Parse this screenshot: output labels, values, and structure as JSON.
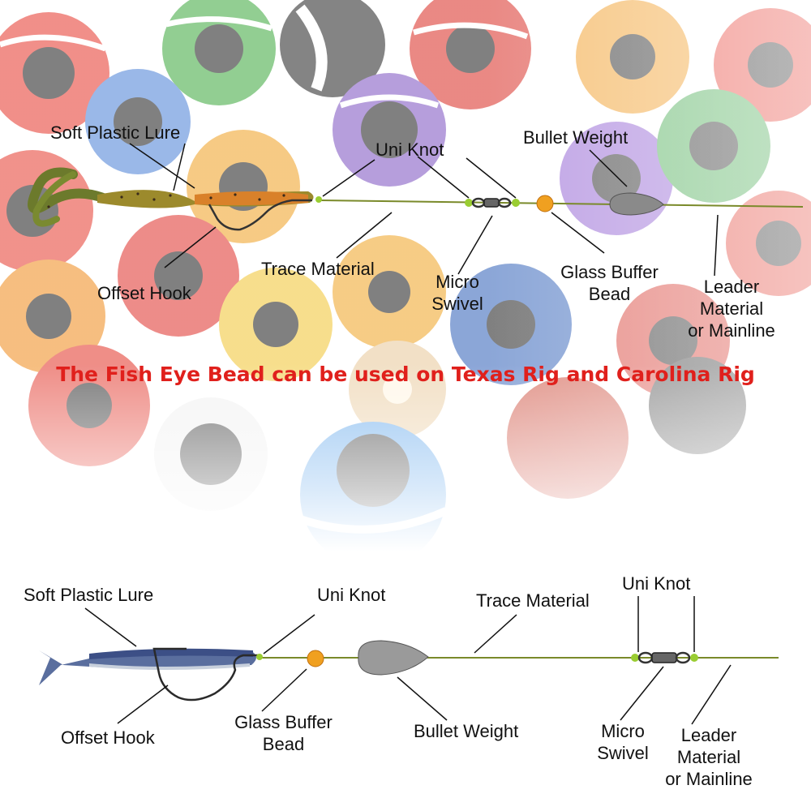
{
  "headline": "The Fish Eye Bead can be used on Texas Rig and Carolina Rig",
  "colors": {
    "headline": "#e0201c",
    "line": "#7a8a2a",
    "bead": "#f0a020",
    "weight": "#8a8a8a",
    "knot": "#9acd32"
  },
  "texas_rig": {
    "labels": {
      "soft_plastic_lure": "Soft Plastic Lure",
      "uni_knot": "Uni Knot",
      "bullet_weight": "Bullet Weight",
      "offset_hook": "Offset Hook",
      "trace_material": "Trace Material",
      "micro_swivel_1": "Micro",
      "micro_swivel_2": "Swivel",
      "glass_buffer_1": "Glass Buffer",
      "glass_buffer_2": "Bead",
      "leader_1": "Leader",
      "leader_2": "Material",
      "leader_3": "or Mainline"
    }
  },
  "carolina_rig": {
    "labels": {
      "soft_plastic_lure": "Soft Plastic Lure",
      "uni_knot_1": "Uni Knot",
      "trace_material": "Trace Material",
      "uni_knot_2": "Uni Knot",
      "offset_hook": "Offset Hook",
      "glass_buffer_1": "Glass Buffer",
      "glass_buffer_2": "Bead",
      "bullet_weight": "Bullet Weight",
      "micro_swivel_1": "Micro",
      "micro_swivel_2": "Swivel",
      "leader_1": "Leader",
      "leader_2": "Material",
      "leader_3": "or Mainline"
    }
  }
}
